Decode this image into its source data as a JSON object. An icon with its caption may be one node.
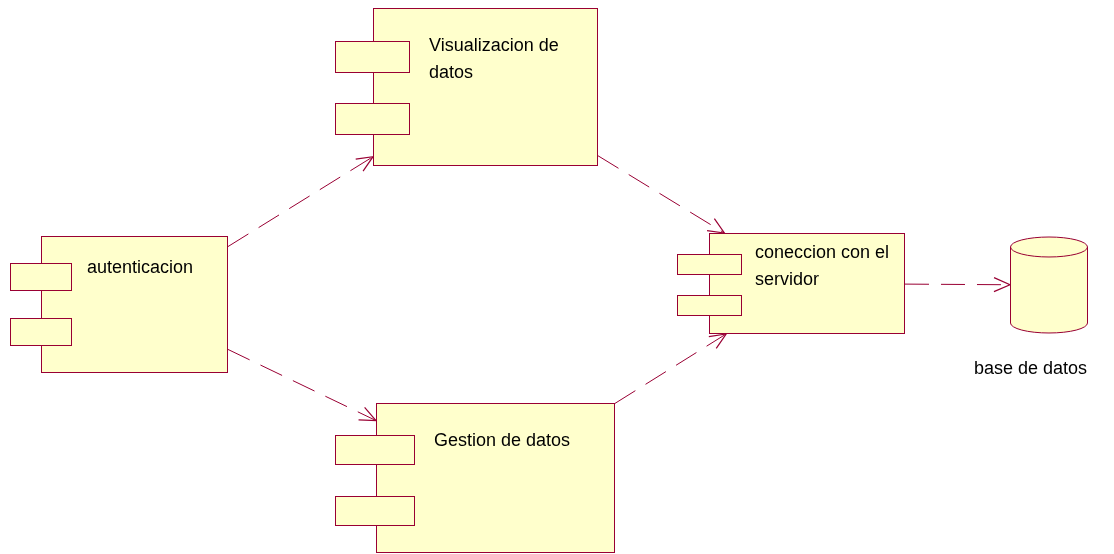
{
  "diagram": {
    "nodes": [
      {
        "text": [
          "autenticacion"
        ]
      },
      {
        "text": [
          "Visualizacion de datos"
        ]
      },
      {
        "text": [
          "Gestion de datos"
        ]
      },
      {
        "text": [
          "coneccion con el servidor"
        ]
      },
      {
        "text": [],
        "shape": "cylinder",
        "beside": [
          "base de datos"
        ]
      }
    ],
    "edges": [
      {
        "from": 0,
        "to": 1,
        "arrow": "to",
        "style": "dashed"
      },
      {
        "from": 0,
        "to": 2,
        "arrow": "to",
        "style": "dashed"
      },
      {
        "from": 1,
        "to": 3,
        "arrow": "to",
        "style": "dashed"
      },
      {
        "from": 2,
        "to": 3,
        "arrow": "to",
        "style": "dashed"
      },
      {
        "from": 3,
        "to": 4,
        "arrow": "to",
        "style": "dashed"
      }
    ]
  }
}
